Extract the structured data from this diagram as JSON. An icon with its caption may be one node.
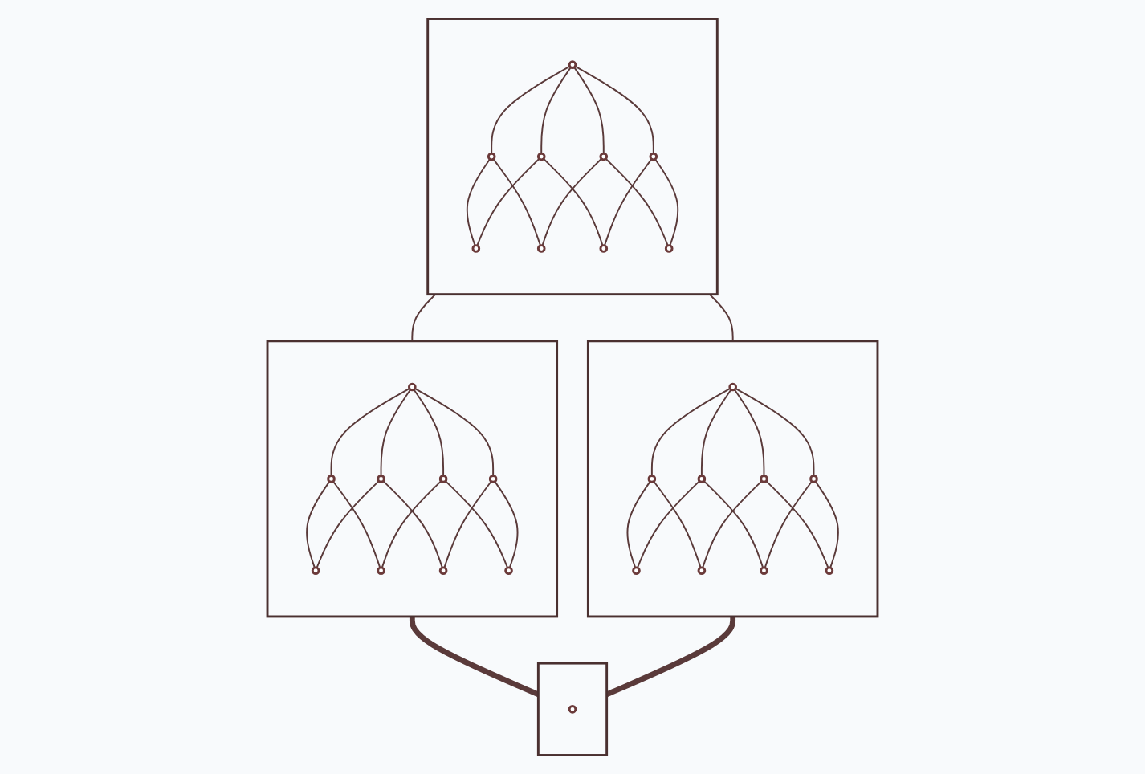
{
  "diagram": {
    "nodes": [
      {
        "text": [],
        "shape": "box"
      },
      {
        "text": [],
        "shape": "circle",
        "in": 0
      },
      {
        "text": [],
        "shape": "circle",
        "in": 0
      },
      {
        "text": [],
        "shape": "circle",
        "in": 0
      },
      {
        "text": [],
        "shape": "circle",
        "in": 0
      },
      {
        "text": [],
        "shape": "circle",
        "in": 0
      },
      {
        "text": [],
        "shape": "circle",
        "in": 0
      },
      {
        "text": [],
        "shape": "circle",
        "in": 0
      },
      {
        "text": [],
        "shape": "circle",
        "in": 0
      },
      {
        "text": [],
        "shape": "circle",
        "in": 0
      },
      {
        "text": [],
        "shape": "box"
      },
      {
        "text": [],
        "shape": "circle",
        "in": 10
      },
      {
        "text": [],
        "shape": "circle",
        "in": 10
      },
      {
        "text": [],
        "shape": "circle",
        "in": 10
      },
      {
        "text": [],
        "shape": "circle",
        "in": 10
      },
      {
        "text": [],
        "shape": "circle",
        "in": 10
      },
      {
        "text": [],
        "shape": "circle",
        "in": 10
      },
      {
        "text": [],
        "shape": "circle",
        "in": 10
      },
      {
        "text": [],
        "shape": "circle",
        "in": 10
      },
      {
        "text": [],
        "shape": "circle",
        "in": 10
      },
      {
        "text": [],
        "shape": "box"
      },
      {
        "text": [],
        "shape": "circle",
        "in": 20
      },
      {
        "text": [],
        "shape": "circle",
        "in": 20
      },
      {
        "text": [],
        "shape": "circle",
        "in": 20
      },
      {
        "text": [],
        "shape": "circle",
        "in": 20
      },
      {
        "text": [],
        "shape": "circle",
        "in": 20
      },
      {
        "text": [],
        "shape": "circle",
        "in": 20
      },
      {
        "text": [],
        "shape": "circle",
        "in": 20
      },
      {
        "text": [],
        "shape": "circle",
        "in": 20
      },
      {
        "text": [],
        "shape": "circle",
        "in": 20
      },
      {
        "text": [],
        "shape": "box"
      },
      {
        "text": [],
        "shape": "circle",
        "in": 30
      }
    ],
    "edges": [
      {
        "from": 1,
        "to": 2,
        "arrow": "none"
      },
      {
        "from": 1,
        "to": 3,
        "arrow": "none"
      },
      {
        "from": 1,
        "to": 4,
        "arrow": "none"
      },
      {
        "from": 1,
        "to": 5,
        "arrow": "none"
      },
      {
        "from": 2,
        "to": 6,
        "arrow": "none"
      },
      {
        "from": 2,
        "to": 7,
        "arrow": "none"
      },
      {
        "from": 3,
        "to": 6,
        "arrow": "none"
      },
      {
        "from": 3,
        "to": 8,
        "arrow": "none"
      },
      {
        "from": 4,
        "to": 7,
        "arrow": "none"
      },
      {
        "from": 4,
        "to": 9,
        "arrow": "none"
      },
      {
        "from": 5,
        "to": 8,
        "arrow": "none"
      },
      {
        "from": 5,
        "to": 9,
        "arrow": "none"
      },
      {
        "from": 11,
        "to": 12,
        "arrow": "none"
      },
      {
        "from": 11,
        "to": 13,
        "arrow": "none"
      },
      {
        "from": 11,
        "to": 14,
        "arrow": "none"
      },
      {
        "from": 11,
        "to": 15,
        "arrow": "none"
      },
      {
        "from": 12,
        "to": 16,
        "arrow": "none"
      },
      {
        "from": 12,
        "to": 17,
        "arrow": "none"
      },
      {
        "from": 13,
        "to": 16,
        "arrow": "none"
      },
      {
        "from": 13,
        "to": 18,
        "arrow": "none"
      },
      {
        "from": 14,
        "to": 17,
        "arrow": "none"
      },
      {
        "from": 14,
        "to": 19,
        "arrow": "none"
      },
      {
        "from": 15,
        "to": 18,
        "arrow": "none"
      },
      {
        "from": 15,
        "to": 19,
        "arrow": "none"
      },
      {
        "from": 21,
        "to": 22,
        "arrow": "none"
      },
      {
        "from": 21,
        "to": 23,
        "arrow": "none"
      },
      {
        "from": 21,
        "to": 24,
        "arrow": "none"
      },
      {
        "from": 21,
        "to": 25,
        "arrow": "none"
      },
      {
        "from": 22,
        "to": 26,
        "arrow": "none"
      },
      {
        "from": 22,
        "to": 27,
        "arrow": "none"
      },
      {
        "from": 23,
        "to": 26,
        "arrow": "none"
      },
      {
        "from": 23,
        "to": 28,
        "arrow": "none"
      },
      {
        "from": 24,
        "to": 27,
        "arrow": "none"
      },
      {
        "from": 24,
        "to": 29,
        "arrow": "none"
      },
      {
        "from": 25,
        "to": 28,
        "arrow": "none"
      },
      {
        "from": 25,
        "to": 29,
        "arrow": "none"
      },
      {
        "from": 0,
        "to": 10,
        "arrow": "none"
      },
      {
        "from": 0,
        "to": 20,
        "arrow": "none"
      },
      {
        "from": 10,
        "to": 30,
        "arrow": "none",
        "style": "thick"
      },
      {
        "from": 20,
        "to": 30,
        "arrow": "none",
        "style": "thick"
      }
    ]
  }
}
